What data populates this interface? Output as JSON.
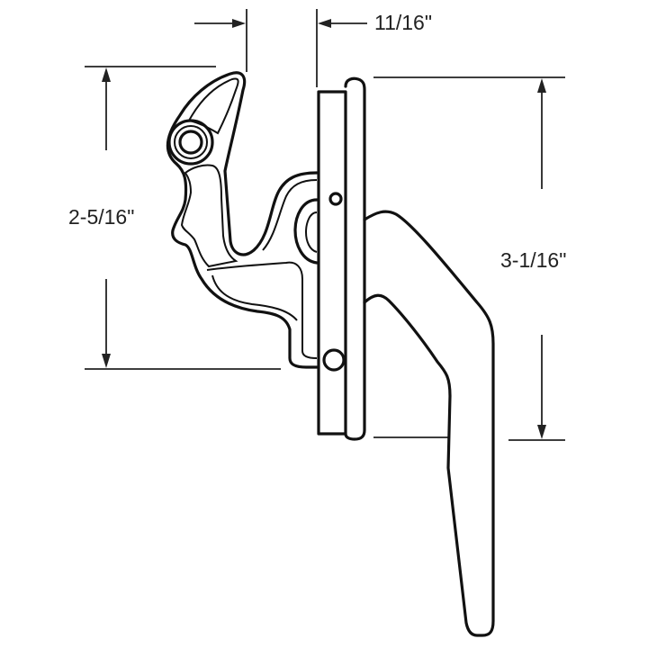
{
  "diagram": {
    "subject": "casement window lock handle",
    "line_color": "#111111",
    "background": "#ffffff"
  },
  "dimensions": {
    "depth": {
      "label": "11/16\"",
      "orientation": "horizontal"
    },
    "latch_height": {
      "label": "2-5/16\"",
      "orientation": "vertical"
    },
    "base_height": {
      "label": "3-1/16\"",
      "orientation": "vertical"
    }
  }
}
